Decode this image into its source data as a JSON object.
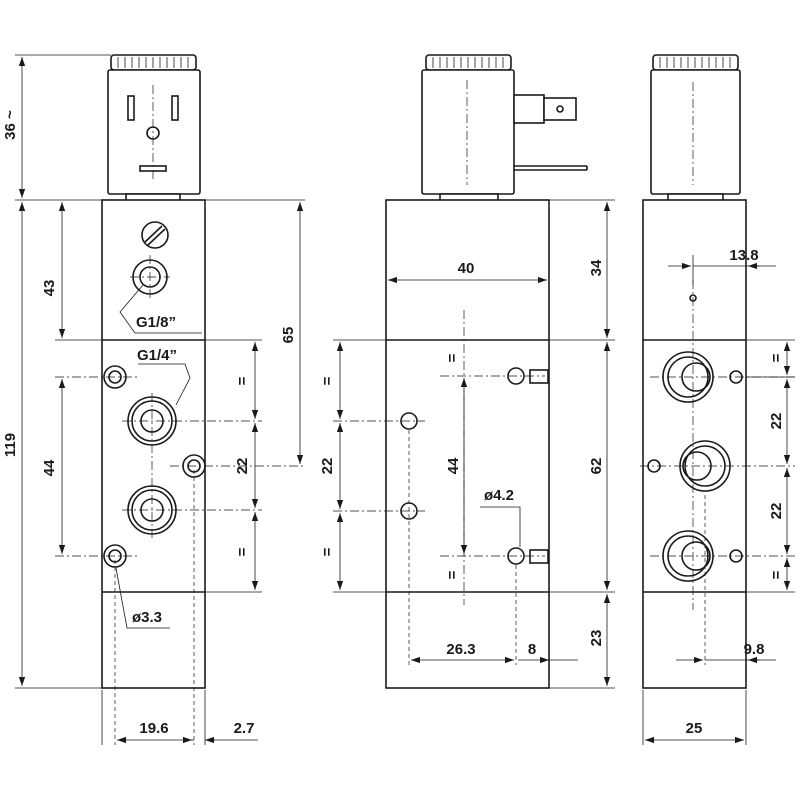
{
  "drawing": {
    "dim_36": "36 ~",
    "dim_119": "119",
    "dim_43": "43",
    "dim_44_left": "44",
    "dim_65": "65",
    "dim_22_front": "22",
    "dim_19_6": "19.6",
    "dim_2_7": "2.7",
    "thread_g18": "G1/8”",
    "thread_g14": "G1/4”",
    "hole_3_3": "ø3.3",
    "dim_40": "40",
    "dim_44_side": "44",
    "dim_22_side": "22",
    "hole_4_2": "ø4.2",
    "dim_26_3": "26.3",
    "dim_8": "8",
    "dim_34": "34",
    "dim_62": "62",
    "dim_23": "23",
    "dim_13_8": "13.8",
    "dim_22_back_top": "22",
    "dim_22_back_bottom": "22",
    "dim_9_8": "9.8",
    "dim_25": "25",
    "equal_mark": "="
  }
}
